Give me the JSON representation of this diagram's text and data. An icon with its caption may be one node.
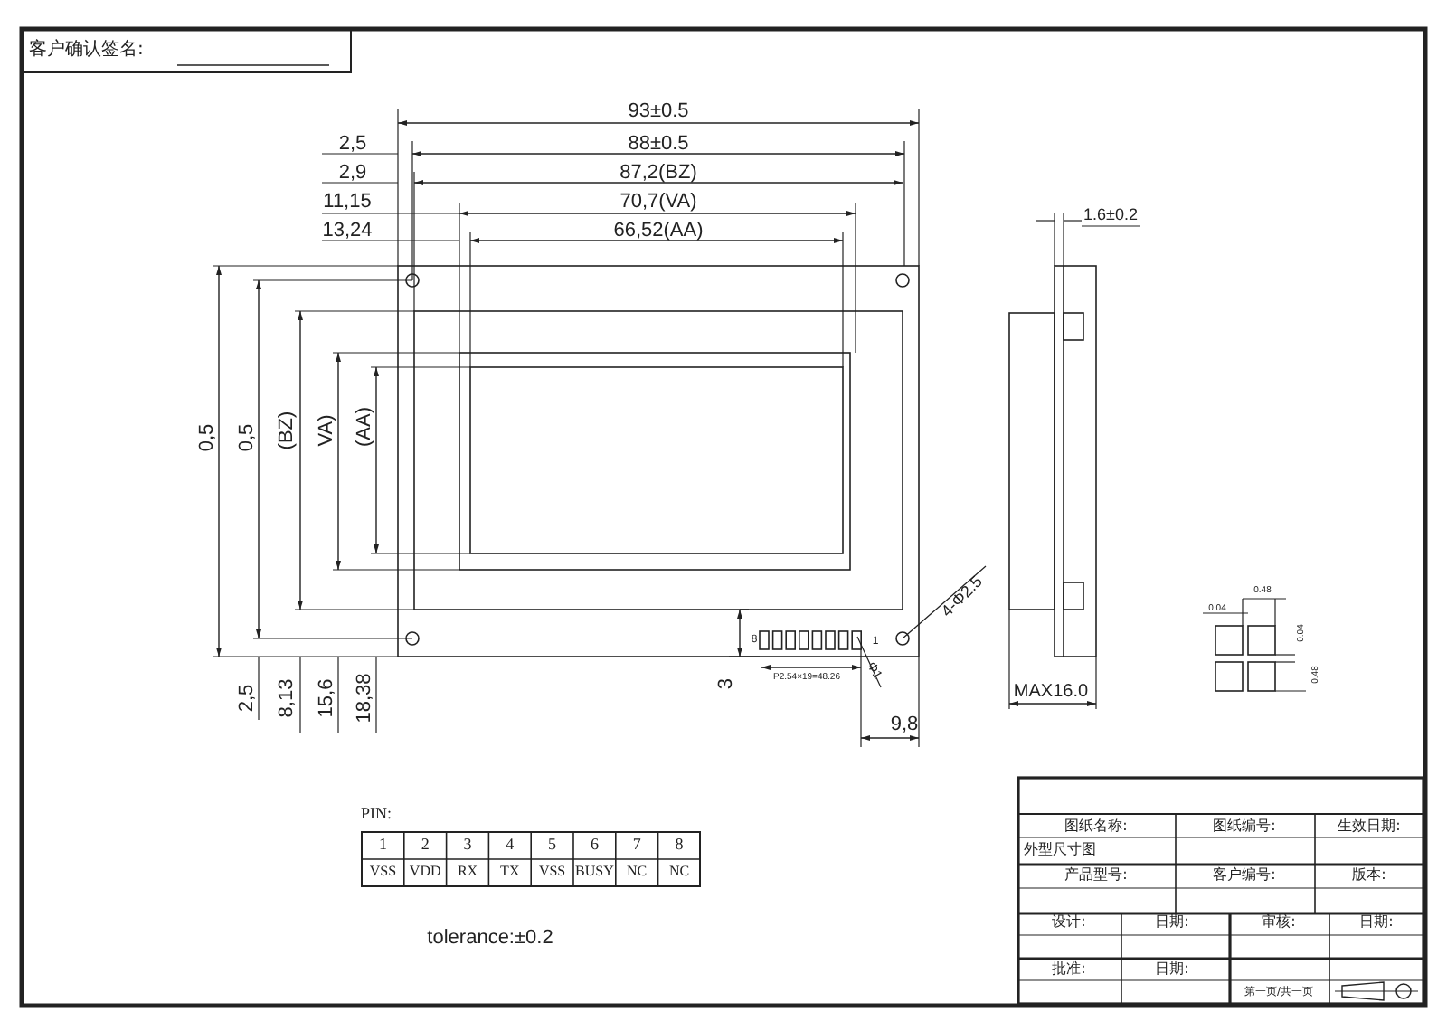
{
  "diagram": {
    "labels": [
      "客户确认签名:",
      "93±0.5",
      "2,5",
      "88±0.5",
      "2,9",
      "87,2(BZ)",
      "11,15",
      "70,7(VA)",
      "13,24",
      "66,52(AA)",
      "1.6±0.2",
      "0,5",
      "0,5",
      "(BZ)",
      "VA)",
      "(AA)",
      "4-Φ2.5",
      "8",
      "1",
      "0.48",
      "0.04",
      "0.04",
      "0.48",
      "2,5",
      "8,13",
      "15,6",
      "18,38",
      "3",
      "P2.54×19=48.26",
      "Φ1",
      "9,8",
      "MAX16.0",
      "PIN:",
      "1",
      "2",
      "3",
      "4",
      "5",
      "6",
      "7",
      "8",
      "VSS",
      "VDD",
      "RX",
      "TX",
      "VSS",
      "BUSY",
      "NC",
      "NC",
      "tolerance:±0.2",
      "图纸名称:",
      "图纸编号:",
      "生效日期:",
      "外型尺寸图",
      "产品型号:",
      "客户编号:",
      "版本:",
      "设计:",
      "日期:",
      "审核:",
      "日期:",
      "批准:",
      "日期:",
      "第一页/共一页"
    ]
  }
}
